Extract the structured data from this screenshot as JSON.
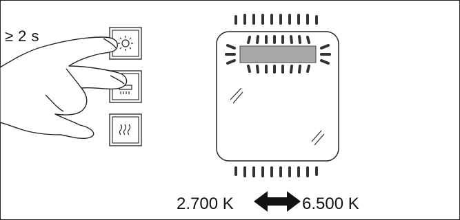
{
  "instruction": {
    "hold_duration": "≥ 2 s"
  },
  "buttons": [
    {
      "icon": "light-icon"
    },
    {
      "icon": "shower-icon"
    },
    {
      "icon": "heat-icon"
    }
  ],
  "color_temperature": {
    "from_label": "2.700 K",
    "to_label": "6.500 K",
    "arrow_icon": "double-arrow-icon"
  },
  "colors": {
    "stroke": "#222222",
    "highlight_bar": "#a9a9a9",
    "arrow": "#111111"
  }
}
